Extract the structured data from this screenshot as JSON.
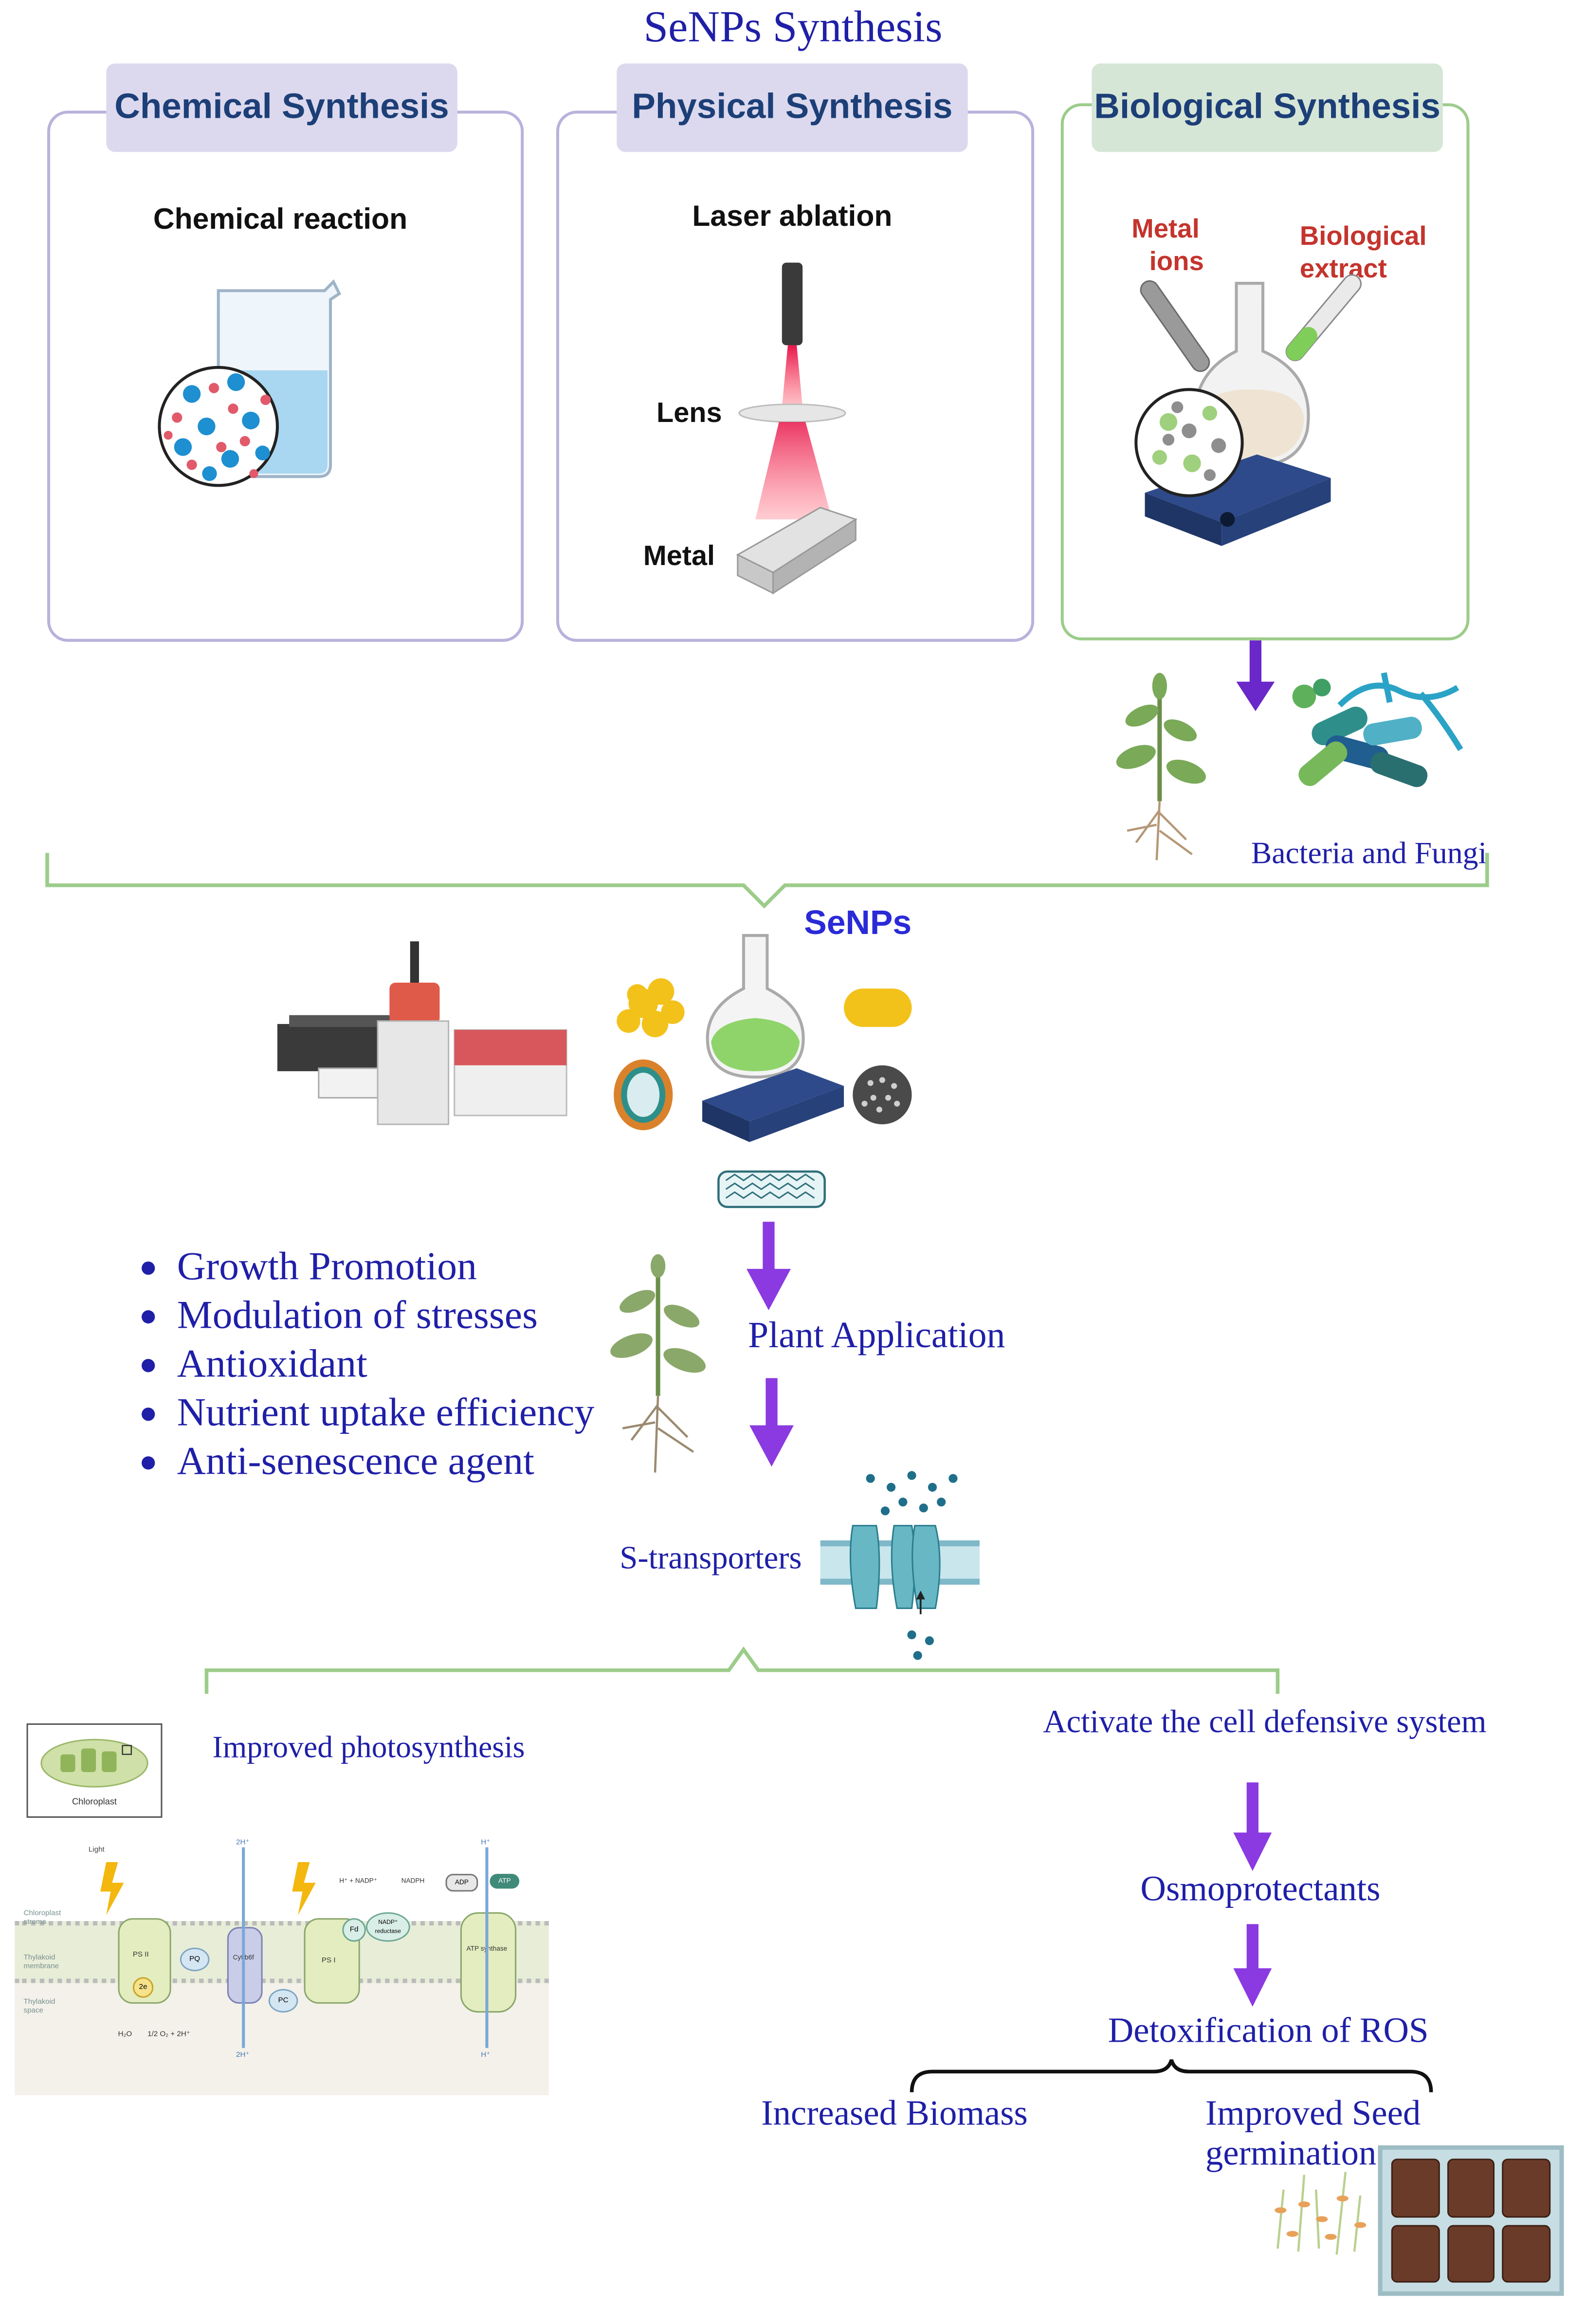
{
  "title": "SeNPs Synthesis",
  "methods": [
    {
      "header": "Chemical Synthesis",
      "caption": "Chemical reaction"
    },
    {
      "header": "Physical Synthesis",
      "caption": "Laser ablation",
      "labels": {
        "lens": "Lens",
        "metal": "Metal"
      }
    },
    {
      "header": "Biological Synthesis",
      "labels": {
        "metal_ions_1": "Metal",
        "metal_ions_2": "ions",
        "bio_extract_1": "Biological",
        "bio_extract_2": "extract"
      }
    }
  ],
  "bacteria_label": "Bacteria and Fungi",
  "senps_label": "SeNPs",
  "benefits": [
    "Growth Promotion",
    "Modulation of stresses",
    "Antioxidant",
    "Nutrient uptake efficiency",
    "Anti-senescence agent"
  ],
  "plant_application": "Plant Application",
  "s_transporters": "S-transporters",
  "left_branch": {
    "title": "Improved photosynthesis",
    "chloroplast_label": "Chloroplast",
    "diagram_labels": {
      "light": "Light",
      "stroma": "Chloroplast stroma",
      "membrane": "Thylakoid membrane",
      "space": "Thylakoid space",
      "ps2": "PS II",
      "pq": "PQ",
      "cyt": "Cyt b6f",
      "pc": "PC",
      "ps1": "PS I",
      "fd": "Fd",
      "nadp_red": "NADP⁺ reductase",
      "nadp": "H⁺ + NADP⁺",
      "nadph": "NADPH",
      "adp": "ADP",
      "atp": "ATP",
      "atp_synthase": "ATP synthase",
      "water": "H₂O",
      "oxygen": "1/2 O₂ + 2H⁺",
      "two_h_top": "2H⁺",
      "two_h_bottom": "2H⁺",
      "h_top": "H⁺",
      "h_bottom": "H⁺",
      "two_e": "2e"
    }
  },
  "right_branch": {
    "activate": "Activate the cell defensive system",
    "osmo": "Osmoprotectants",
    "detox": "Detoxification of ROS",
    "biomass": "Increased Biomass",
    "seed": "Improved Seed germination"
  },
  "colors": {
    "title_blue": "#1f1fa8",
    "header_purple_bg": "#dcd9ee",
    "header_green_bg": "#d6e6d6",
    "box_purple": "#b8b2dc",
    "box_green": "#9ccc8a",
    "arrow_purple": "#7b2fd8",
    "header_text": "#1d3f78"
  }
}
